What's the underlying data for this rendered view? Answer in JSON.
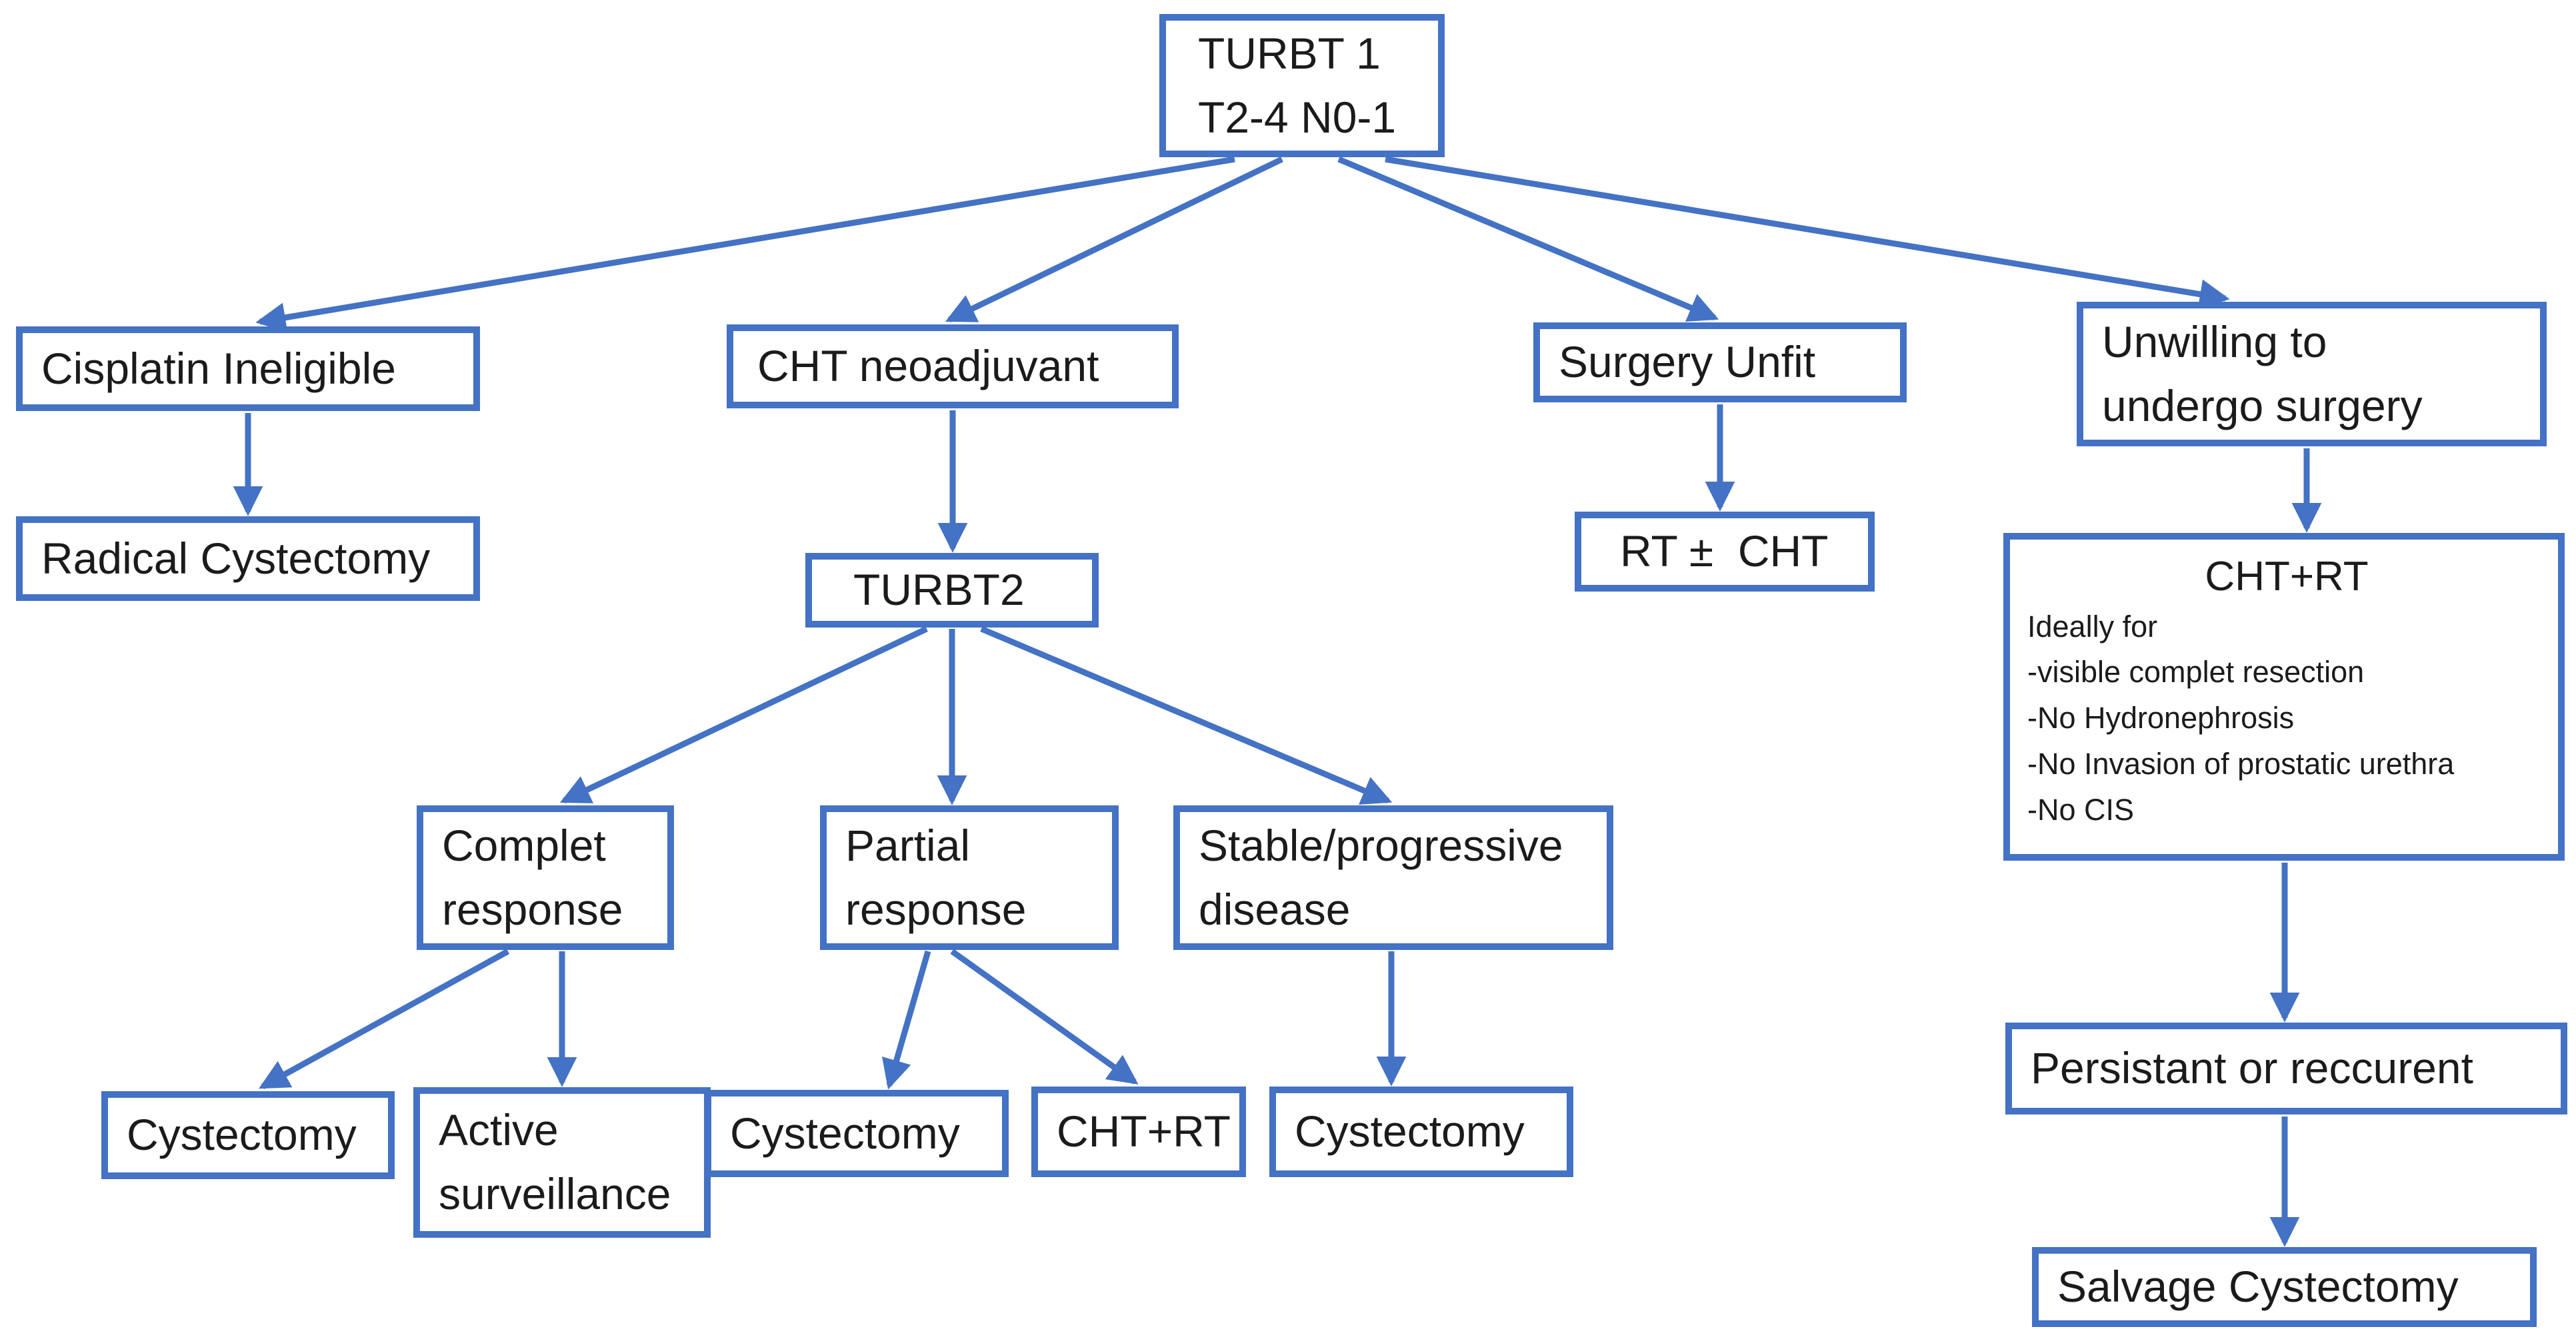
{
  "colors": {
    "accent": "#4472C4",
    "text": "#1b1b1b",
    "background": "#ffffff"
  },
  "nodes": {
    "turbt1": {
      "lines": [
        "TURBT 1",
        "T2-4 N0-1"
      ]
    },
    "cisplatin_ineligible": {
      "label": "Cisplatin Ineligible"
    },
    "radical_cystectomy": {
      "label": "Radical Cystectomy"
    },
    "cht_neoadjuvant": {
      "label": "CHT neoadjuvant"
    },
    "turbt2": {
      "label": "TURBT2"
    },
    "surgery_unfit": {
      "label": "Surgery Unfit"
    },
    "rt_plus_minus_cht": {
      "label": "RT ±  CHT"
    },
    "unwilling_surgery": {
      "lines": [
        "Unwilling to",
        "undergo surgery"
      ]
    },
    "cht_rt_detail": {
      "title": "CHT+RT",
      "lines": [
        "Ideally for",
        "-visible complet resection",
        "-No Hydronephrosis",
        "-No Invasion of prostatic urethra",
        "-No CIS"
      ]
    },
    "complet_response": {
      "lines": [
        "Complet",
        "response"
      ]
    },
    "partial_response": {
      "lines": [
        "Partial",
        "response"
      ]
    },
    "stable_progressive_disease": {
      "lines": [
        "Stable/progressive",
        "disease"
      ]
    },
    "cystectomy_after_complet": {
      "label": "Cystectomy"
    },
    "active_surveillance": {
      "lines": [
        "Active",
        "surveillance"
      ]
    },
    "cystectomy_after_partial": {
      "label": "Cystectomy"
    },
    "cht_rt_after_partial": {
      "label": "CHT+RT"
    },
    "cystectomy_after_stable": {
      "label": "Cystectomy"
    },
    "persistant_or_reccurent": {
      "label": "Persistant or reccurent"
    },
    "salvage_cystectomy": {
      "label": "Salvage Cystectomy"
    }
  },
  "edges": [
    {
      "from": "turbt1",
      "to": "cisplatin_ineligible"
    },
    {
      "from": "turbt1",
      "to": "cht_neoadjuvant"
    },
    {
      "from": "turbt1",
      "to": "surgery_unfit"
    },
    {
      "from": "turbt1",
      "to": "unwilling_surgery"
    },
    {
      "from": "cisplatin_ineligible",
      "to": "radical_cystectomy"
    },
    {
      "from": "cht_neoadjuvant",
      "to": "turbt2"
    },
    {
      "from": "turbt2",
      "to": "complet_response"
    },
    {
      "from": "turbt2",
      "to": "partial_response"
    },
    {
      "from": "turbt2",
      "to": "stable_progressive_disease"
    },
    {
      "from": "complet_response",
      "to": "cystectomy_after_complet"
    },
    {
      "from": "complet_response",
      "to": "active_surveillance"
    },
    {
      "from": "partial_response",
      "to": "cystectomy_after_partial"
    },
    {
      "from": "partial_response",
      "to": "cht_rt_after_partial"
    },
    {
      "from": "stable_progressive_disease",
      "to": "cystectomy_after_stable"
    },
    {
      "from": "surgery_unfit",
      "to": "rt_plus_minus_cht"
    },
    {
      "from": "unwilling_surgery",
      "to": "cht_rt_detail"
    },
    {
      "from": "cht_rt_detail",
      "to": "persistant_or_reccurent"
    },
    {
      "from": "persistant_or_reccurent",
      "to": "salvage_cystectomy"
    }
  ]
}
